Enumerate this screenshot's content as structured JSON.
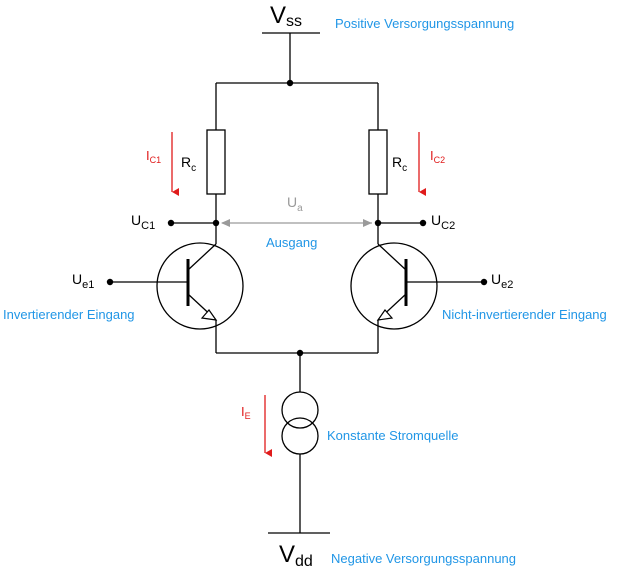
{
  "colors": {
    "wire": "#000000",
    "annotation": "#2196e6",
    "current": "#e01b1b",
    "output_voltage": "#9a9a9a"
  },
  "supply": {
    "vss": {
      "main": "V",
      "sub": "ss",
      "description": "Positive Versorgungsspannung"
    },
    "vdd": {
      "main": "V",
      "sub": "dd",
      "description": "Negative Versorgungsspannung"
    }
  },
  "resistors": {
    "left": {
      "main": "R",
      "sub": "c"
    },
    "right": {
      "main": "R",
      "sub": "c"
    }
  },
  "currents": {
    "ic1": {
      "main": "I",
      "sub": "C1"
    },
    "ic2": {
      "main": "I",
      "sub": "C2"
    },
    "ie": {
      "main": "I",
      "sub": "E"
    }
  },
  "collector_nodes": {
    "uc1": {
      "main": "U",
      "sub": "C1"
    },
    "uc2": {
      "main": "U",
      "sub": "C2"
    }
  },
  "output": {
    "main": "U",
    "sub": "a",
    "description": "Ausgang"
  },
  "inputs": {
    "ue1": {
      "main": "U",
      "sub": "e1",
      "description": "Invertierender Eingang"
    },
    "ue2": {
      "main": "U",
      "sub": "e2",
      "description": "Nicht-invertierender Eingang"
    }
  },
  "current_source": {
    "description": "Konstante Stromquelle"
  }
}
